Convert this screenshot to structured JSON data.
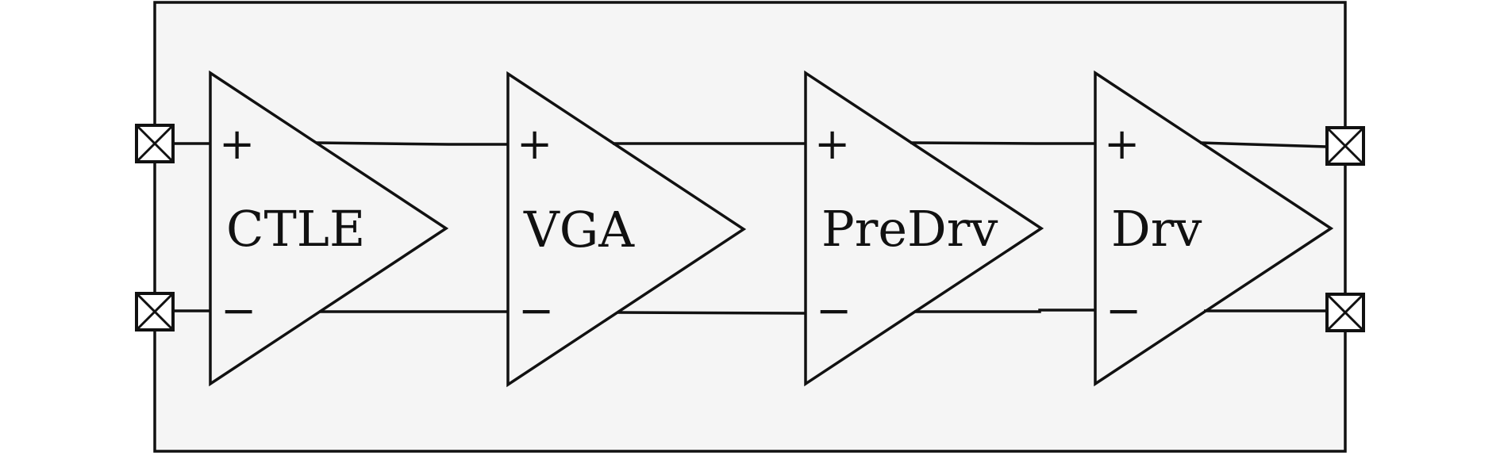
{
  "diagram": {
    "colors": {
      "background": "#f5f5f5",
      "stroke": "#111111",
      "page": "#ffffff"
    },
    "amplifiers": [
      {
        "name": "CTLE",
        "plus": "+",
        "minus": "−"
      },
      {
        "name": "VGA",
        "plus": "+",
        "minus": "−"
      },
      {
        "name": "PreDrv",
        "plus": "+",
        "minus": "−"
      },
      {
        "name": "Drv",
        "plus": "+",
        "minus": "−"
      }
    ],
    "pads": [
      {
        "id": "in-p",
        "icon": "pad-x-icon"
      },
      {
        "id": "in-n",
        "icon": "pad-x-icon"
      },
      {
        "id": "out-p",
        "icon": "pad-x-icon"
      },
      {
        "id": "out-n",
        "icon": "pad-x-icon"
      }
    ]
  }
}
